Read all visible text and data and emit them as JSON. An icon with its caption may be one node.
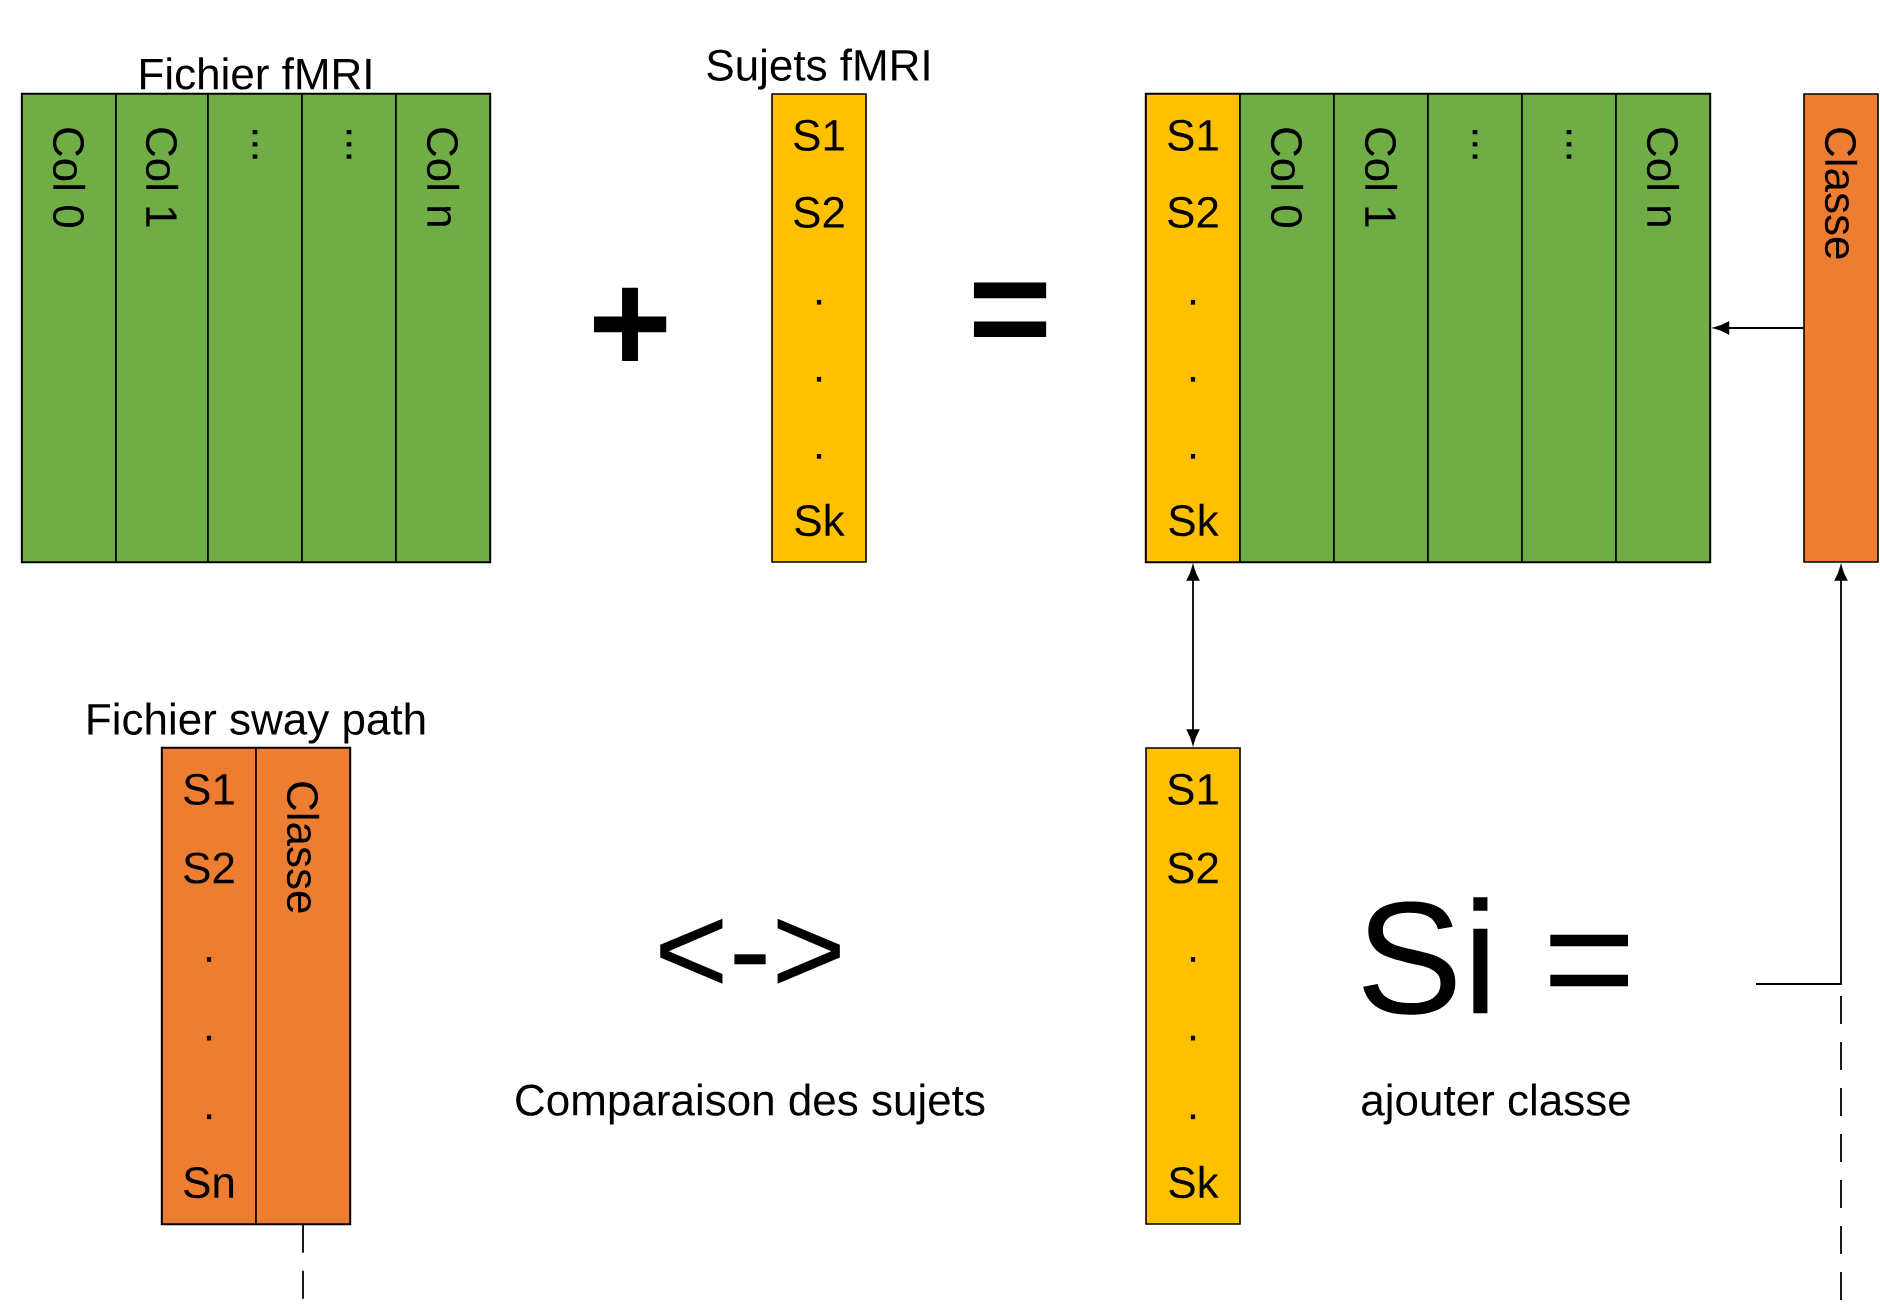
{
  "diagram": {
    "nodes": [
      {
        "text": [
          "Fichier fMRI"
        ]
      },
      {
        "text": [
          "Col 0"
        ],
        "in": 0
      },
      {
        "text": [
          "Col 1"
        ],
        "in": 0
      },
      {
        "text": [
          "..."
        ],
        "in": 0
      },
      {
        "text": [
          "..."
        ],
        "in": 0
      },
      {
        "text": [
          "Col n"
        ],
        "in": 0
      },
      {
        "text": [
          "Sujets fMRI",
          "S1",
          "S2",
          ".",
          ".",
          ".",
          "Sk"
        ]
      },
      {
        "text": [],
        "shape": "box"
      },
      {
        "text": [
          "S1",
          "S2",
          ".",
          ".",
          ".",
          "Sk"
        ],
        "in": 7
      },
      {
        "text": [
          "Col 0"
        ],
        "in": 7
      },
      {
        "text": [
          "Col 1"
        ],
        "in": 7
      },
      {
        "text": [
          "..."
        ],
        "in": 7
      },
      {
        "text": [
          "..."
        ],
        "in": 7
      },
      {
        "text": [
          "Col n"
        ],
        "in": 7
      },
      {
        "text": [
          "Classe"
        ]
      },
      {
        "text": [
          "Fichier sway path"
        ]
      },
      {
        "text": [
          "S1",
          "S2",
          ".",
          ".",
          ".",
          "Sn"
        ],
        "in": 15
      },
      {
        "text": [
          "Classe"
        ],
        "in": 15
      },
      {
        "text": [
          "S1",
          "S2",
          ".",
          ".",
          ".",
          "Sk"
        ]
      }
    ],
    "edges": [
      {
        "from": 14,
        "to": 7,
        "arrow": "to"
      },
      {
        "from": 18,
        "to": 8,
        "arrow": "both"
      },
      {
        "from": null,
        "to": 14,
        "arrow": "to"
      },
      {
        "from": 17,
        "to": null,
        "arrow": "none",
        "style": "dashed"
      }
    ],
    "labels": [
      "+",
      "=",
      "<->",
      "Comparaison des sujets",
      "Si =",
      "ajouter classe"
    ]
  }
}
